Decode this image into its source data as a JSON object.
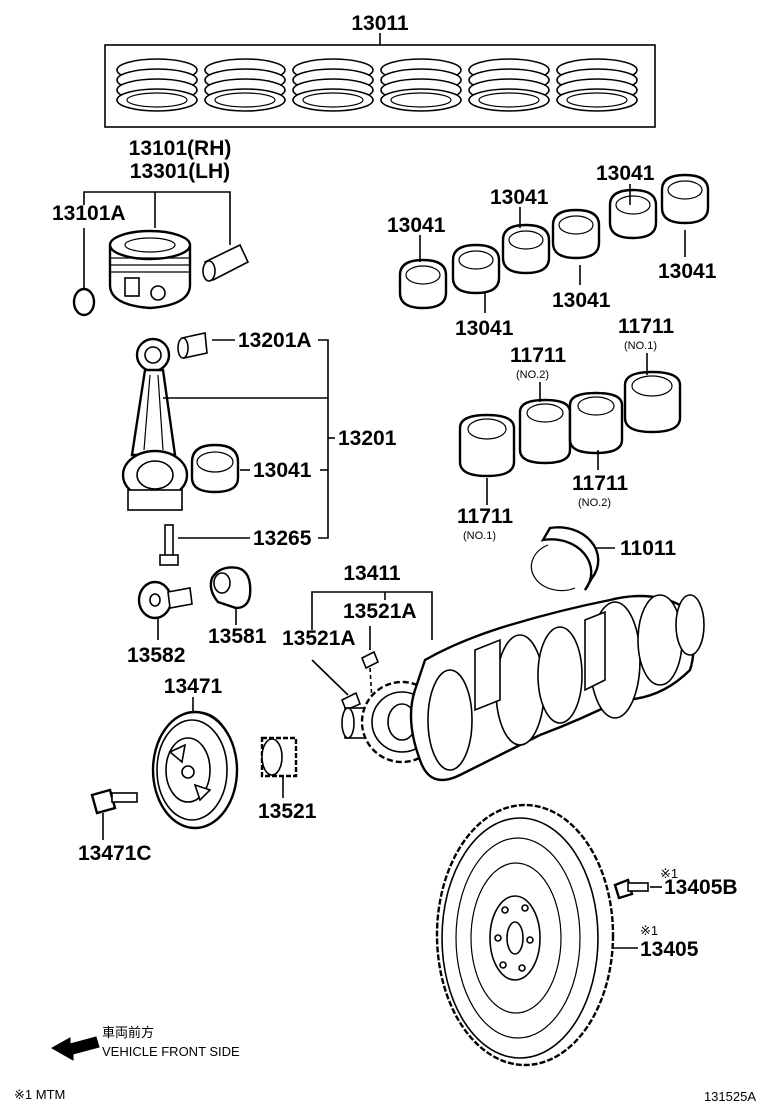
{
  "labels": {
    "piston_ring_set": "13011",
    "piston_rh": "13101(RH)",
    "piston_lh": "13301(LH)",
    "snap_ring": "13101A",
    "rod_bushing": "13201A",
    "connecting_rod": "13201",
    "rod_bearing": "13041",
    "rod_bolt": "13265",
    "main_bearing_1": "13041",
    "main_bearing_2": "13041",
    "main_bearing_3": "13041",
    "main_bearing_4": "13041",
    "main_bearing_5": "13041",
    "main_bearing_6": "13041",
    "crank_bearing_a": "11711",
    "crank_bearing_a_sub": "(NO.1)",
    "crank_bearing_b": "11711",
    "crank_bearing_b_sub": "(NO.2)",
    "crank_bearing_c": "11711",
    "crank_bearing_c_sub": "(NO.2)",
    "crank_bearing_d": "11711",
    "crank_bearing_d_sub": "(NO.1)",
    "thrust_washer": "11011",
    "crankshaft": "13411",
    "key_a1": "13521A",
    "key_a2": "13521A",
    "washer": "13582",
    "plate": "13581",
    "pulley": "13471",
    "pulley_bolt": "13471C",
    "timing_gear": "13521",
    "flywheel_bolt_note": "※1",
    "flywheel_bolt": "13405B",
    "flywheel_note": "※1",
    "flywheel": "13405"
  },
  "legend": {
    "direction_jp": "車両前方",
    "direction_en": "VEHICLE FRONT SIDE",
    "footnote": "※1 MTM",
    "figure_code": "131525A"
  }
}
